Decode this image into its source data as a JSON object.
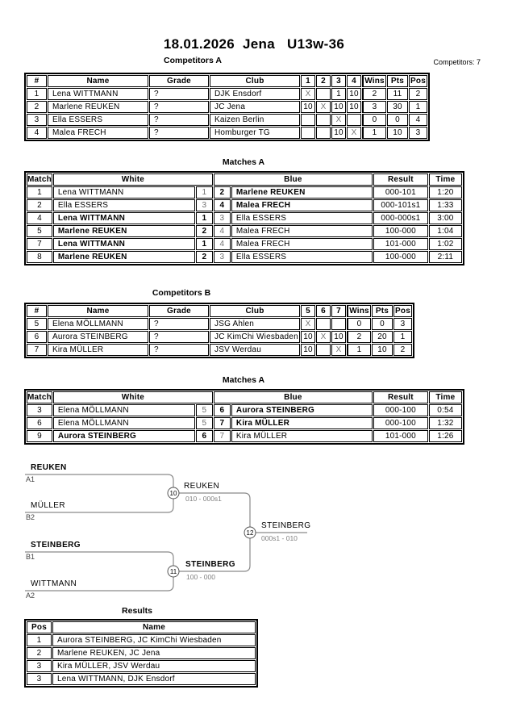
{
  "page": {
    "title": "18.01.2026  Jena   U13w-36",
    "competitors_count": "Competitors: 7"
  },
  "competitors_a": {
    "heading": "Competitors A",
    "headers": {
      "num": "#",
      "name": "Name",
      "grade": "Grade",
      "club": "Club",
      "cols": [
        "1",
        "2",
        "3",
        "4"
      ],
      "wins": "Wins",
      "pts": "Pts",
      "pos": "Pos"
    },
    "rows": [
      {
        "num": "1",
        "name": "Lena WITTMANN",
        "grade": "?",
        "club": "DJK Ensdorf",
        "cells": [
          "X",
          "",
          "1",
          "10"
        ],
        "wins": "2",
        "pts": "11",
        "pos": "2"
      },
      {
        "num": "2",
        "name": "Marlene REUKEN",
        "grade": "?",
        "club": "JC Jena",
        "cells": [
          "10",
          "X",
          "10",
          "10"
        ],
        "wins": "3",
        "pts": "30",
        "pos": "1"
      },
      {
        "num": "3",
        "name": "Ella ESSERS",
        "grade": "?",
        "club": "Kaizen Berlin",
        "cells": [
          "",
          "",
          "X",
          ""
        ],
        "wins": "0",
        "pts": "0",
        "pos": "4"
      },
      {
        "num": "4",
        "name": "Malea FRECH",
        "grade": "?",
        "club": "Homburger TG",
        "cells": [
          "",
          "",
          "10",
          "X"
        ],
        "wins": "1",
        "pts": "10",
        "pos": "3"
      }
    ]
  },
  "matches_a": {
    "heading": "Matches A",
    "headers": {
      "match": "Match",
      "white": "White",
      "blue": "Blue",
      "result": "Result",
      "time": "Time"
    },
    "rows": [
      {
        "match": "1",
        "white": "Lena WITTMANN",
        "wnum": "1",
        "bnum": "2",
        "blue": "Marlene REUKEN",
        "result": "000-101",
        "time": "1:20",
        "winner": "blue"
      },
      {
        "match": "2",
        "white": "Ella ESSERS",
        "wnum": "3",
        "bnum": "4",
        "blue": "Malea FRECH",
        "result": "000-101s1",
        "time": "1:33",
        "winner": "blue"
      },
      {
        "match": "4",
        "white": "Lena WITTMANN",
        "wnum": "1",
        "bnum": "3",
        "blue": "Ella ESSERS",
        "result": "000-000s1",
        "time": "3:00",
        "winner": "white"
      },
      {
        "match": "5",
        "white": "Marlene REUKEN",
        "wnum": "2",
        "bnum": "4",
        "blue": "Malea FRECH",
        "result": "100-000",
        "time": "1:04",
        "winner": "white"
      },
      {
        "match": "7",
        "white": "Lena WITTMANN",
        "wnum": "1",
        "bnum": "4",
        "blue": "Malea FRECH",
        "result": "101-000",
        "time": "1:02",
        "winner": "white"
      },
      {
        "match": "8",
        "white": "Marlene REUKEN",
        "wnum": "2",
        "bnum": "3",
        "blue": "Ella ESSERS",
        "result": "100-000",
        "time": "2:11",
        "winner": "white"
      }
    ]
  },
  "competitors_b": {
    "heading": "Competitors B",
    "headers": {
      "num": "#",
      "name": "Name",
      "grade": "Grade",
      "club": "Club",
      "cols": [
        "5",
        "6",
        "7"
      ],
      "wins": "Wins",
      "pts": "Pts",
      "pos": "Pos"
    },
    "rows": [
      {
        "num": "5",
        "name": "Elena MÖLLMANN",
        "grade": "?",
        "club": "JSG Ahlen",
        "cells": [
          "X",
          "",
          ""
        ],
        "wins": "0",
        "pts": "0",
        "pos": "3"
      },
      {
        "num": "6",
        "name": "Aurora STEINBERG",
        "grade": "?",
        "club": "JC KimChi Wiesbaden",
        "cells": [
          "10",
          "X",
          "10"
        ],
        "wins": "2",
        "pts": "20",
        "pos": "1"
      },
      {
        "num": "7",
        "name": "Kira MÜLLER",
        "grade": "?",
        "club": "JSV Werdau",
        "cells": [
          "10",
          "",
          "X"
        ],
        "wins": "1",
        "pts": "10",
        "pos": "2"
      }
    ]
  },
  "matches_b": {
    "heading": "Matches A",
    "headers": {
      "match": "Match",
      "white": "White",
      "blue": "Blue",
      "result": "Result",
      "time": "Time"
    },
    "rows": [
      {
        "match": "3",
        "white": "Elena MÖLLMANN",
        "wnum": "5",
        "bnum": "6",
        "blue": "Aurora STEINBERG",
        "result": "000-100",
        "time": "0:54",
        "winner": "blue"
      },
      {
        "match": "6",
        "white": "Elena MÖLLMANN",
        "wnum": "5",
        "bnum": "7",
        "blue": "Kira MÜLLER",
        "result": "000-100",
        "time": "1:32",
        "winner": "blue"
      },
      {
        "match": "9",
        "white": "Aurora STEINBERG",
        "wnum": "6",
        "bnum": "7",
        "blue": "Kira MÜLLER",
        "result": "101-000",
        "time": "1:26",
        "winner": "white"
      }
    ]
  },
  "bracket": {
    "seeds": [
      {
        "name": "REUKEN",
        "code": "A1",
        "bold": true
      },
      {
        "name": "MÜLLER",
        "code": "B2",
        "bold": false
      },
      {
        "name": "STEINBERG",
        "code": "B1",
        "bold": true
      },
      {
        "name": "WITTMANN",
        "code": "A2",
        "bold": false
      }
    ],
    "nodes": [
      {
        "num": "10",
        "name": "REUKEN",
        "result": "010 - 000s1",
        "bold": false
      },
      {
        "num": "11",
        "name": "STEINBERG",
        "result": "100 - 000",
        "bold": true
      },
      {
        "num": "12",
        "name": "STEINBERG",
        "result": "000s1 - 010",
        "bold": false
      }
    ]
  },
  "results": {
    "heading": "Results",
    "headers": {
      "pos": "Pos",
      "name": "Name"
    },
    "rows": [
      {
        "pos": "1",
        "name": "Aurora STEINBERG, JC KimChi Wiesbaden"
      },
      {
        "pos": "2",
        "name": "Marlene REUKEN, JC Jena"
      },
      {
        "pos": "3",
        "name": "Kira MÜLLER, JSV Werdau"
      },
      {
        "pos": "3",
        "name": "Lena WITTMANN, DJK Ensdorf"
      }
    ]
  }
}
